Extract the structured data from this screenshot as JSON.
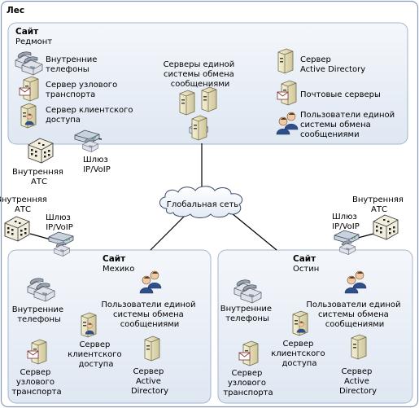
{
  "forest_label": "Лес",
  "cloud_label": "Глобальная сеть",
  "redmond": {
    "title": "Сайт",
    "name": "Редмонт",
    "internal_phones": [
      "Внутренние",
      "телефоны"
    ],
    "transport_server": [
      "Сервер узлового",
      "транспорта"
    ],
    "client_access_server": [
      "Сервер клиентского",
      "доступа"
    ],
    "um_servers": [
      "Серверы единой",
      "системы обмена",
      "сообщениями"
    ],
    "ad_server": [
      "Сервер",
      "Active Directory"
    ],
    "mailbox_servers": [
      "Почтовые серверы"
    ],
    "um_users": [
      "Пользователи единой",
      "системы обмена",
      "сообщениями"
    ],
    "pbx": [
      "Внутренняя",
      "АТС"
    ],
    "gateway": [
      "Шлюз",
      "IP/VoIP"
    ]
  },
  "mexico": {
    "title": "Сайт",
    "name": "Мехико",
    "pbx": [
      "Внутренняя",
      "АТС"
    ],
    "gateway": [
      "Шлюз",
      "IP/VoIP"
    ],
    "internal_phones": [
      "Внутренние",
      "телефоны"
    ],
    "um_users": [
      "Пользователи единой",
      "системы обмена",
      "сообщениями"
    ],
    "client_access_server": [
      "Сервер",
      "клиентского",
      "доступа"
    ],
    "transport_server": [
      "Сервер",
      "узлового",
      "транспорта"
    ],
    "ad_server": [
      "Сервер",
      "Active",
      "Directory"
    ]
  },
  "austin": {
    "title": "Сайт",
    "name": "Остин",
    "pbx": [
      "Внутренняя",
      "АТС"
    ],
    "gateway": [
      "Шлюз",
      "IP/VoIP"
    ],
    "internal_phones": [
      "Внутренние",
      "телефоны"
    ],
    "um_users": [
      "Пользователи единой",
      "системы обмена",
      "сообщениями"
    ],
    "client_access_server": [
      "Сервер",
      "клиентского",
      "доступа"
    ],
    "transport_server": [
      "Сервер",
      "узлового",
      "транспорта"
    ],
    "ad_server": [
      "Сервер",
      "Active",
      "Directory"
    ]
  },
  "colors": {
    "forest_fill": "#ffffff",
    "forest_stroke": "#8a9cb5",
    "site_fill": "#e6edf7",
    "site_stroke": "#a3b4cc",
    "link": "#000000",
    "server_body": "#ece6c2",
    "phone_body": "#d9dde3"
  }
}
